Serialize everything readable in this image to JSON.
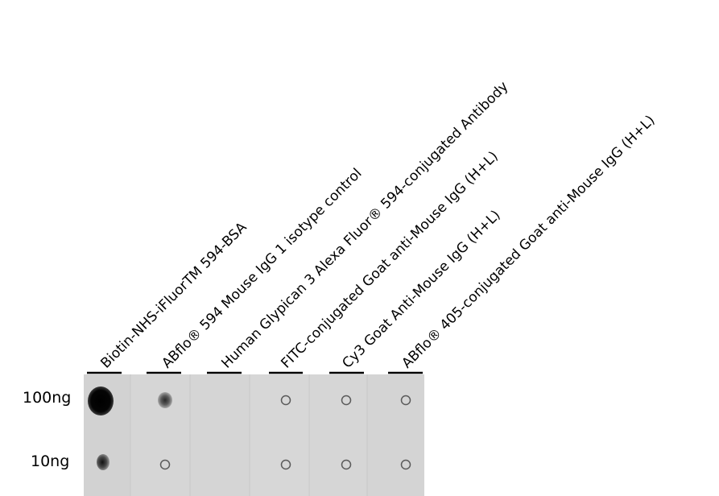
{
  "lanes": [
    "Biotin-NHS-iFluorTM 594-BSA",
    "ABflo® 594 Mouse IgG 1 isotype control",
    "Human Glypican 3 Alexa Fluor® 594-conjugated Antibody",
    "FITC-conjugated Goat anti-Mouse IgG (H+L)",
    "Cy3 Goat Anti-Mouse IgG (H+L)",
    "ABflo® 405-conjugated Goat anti-Mouse IgG (H+L)"
  ],
  "rows": [
    "100ng",
    "10ng"
  ],
  "colors": {
    "membrane": "#d4d4d4",
    "text": "#000000"
  }
}
